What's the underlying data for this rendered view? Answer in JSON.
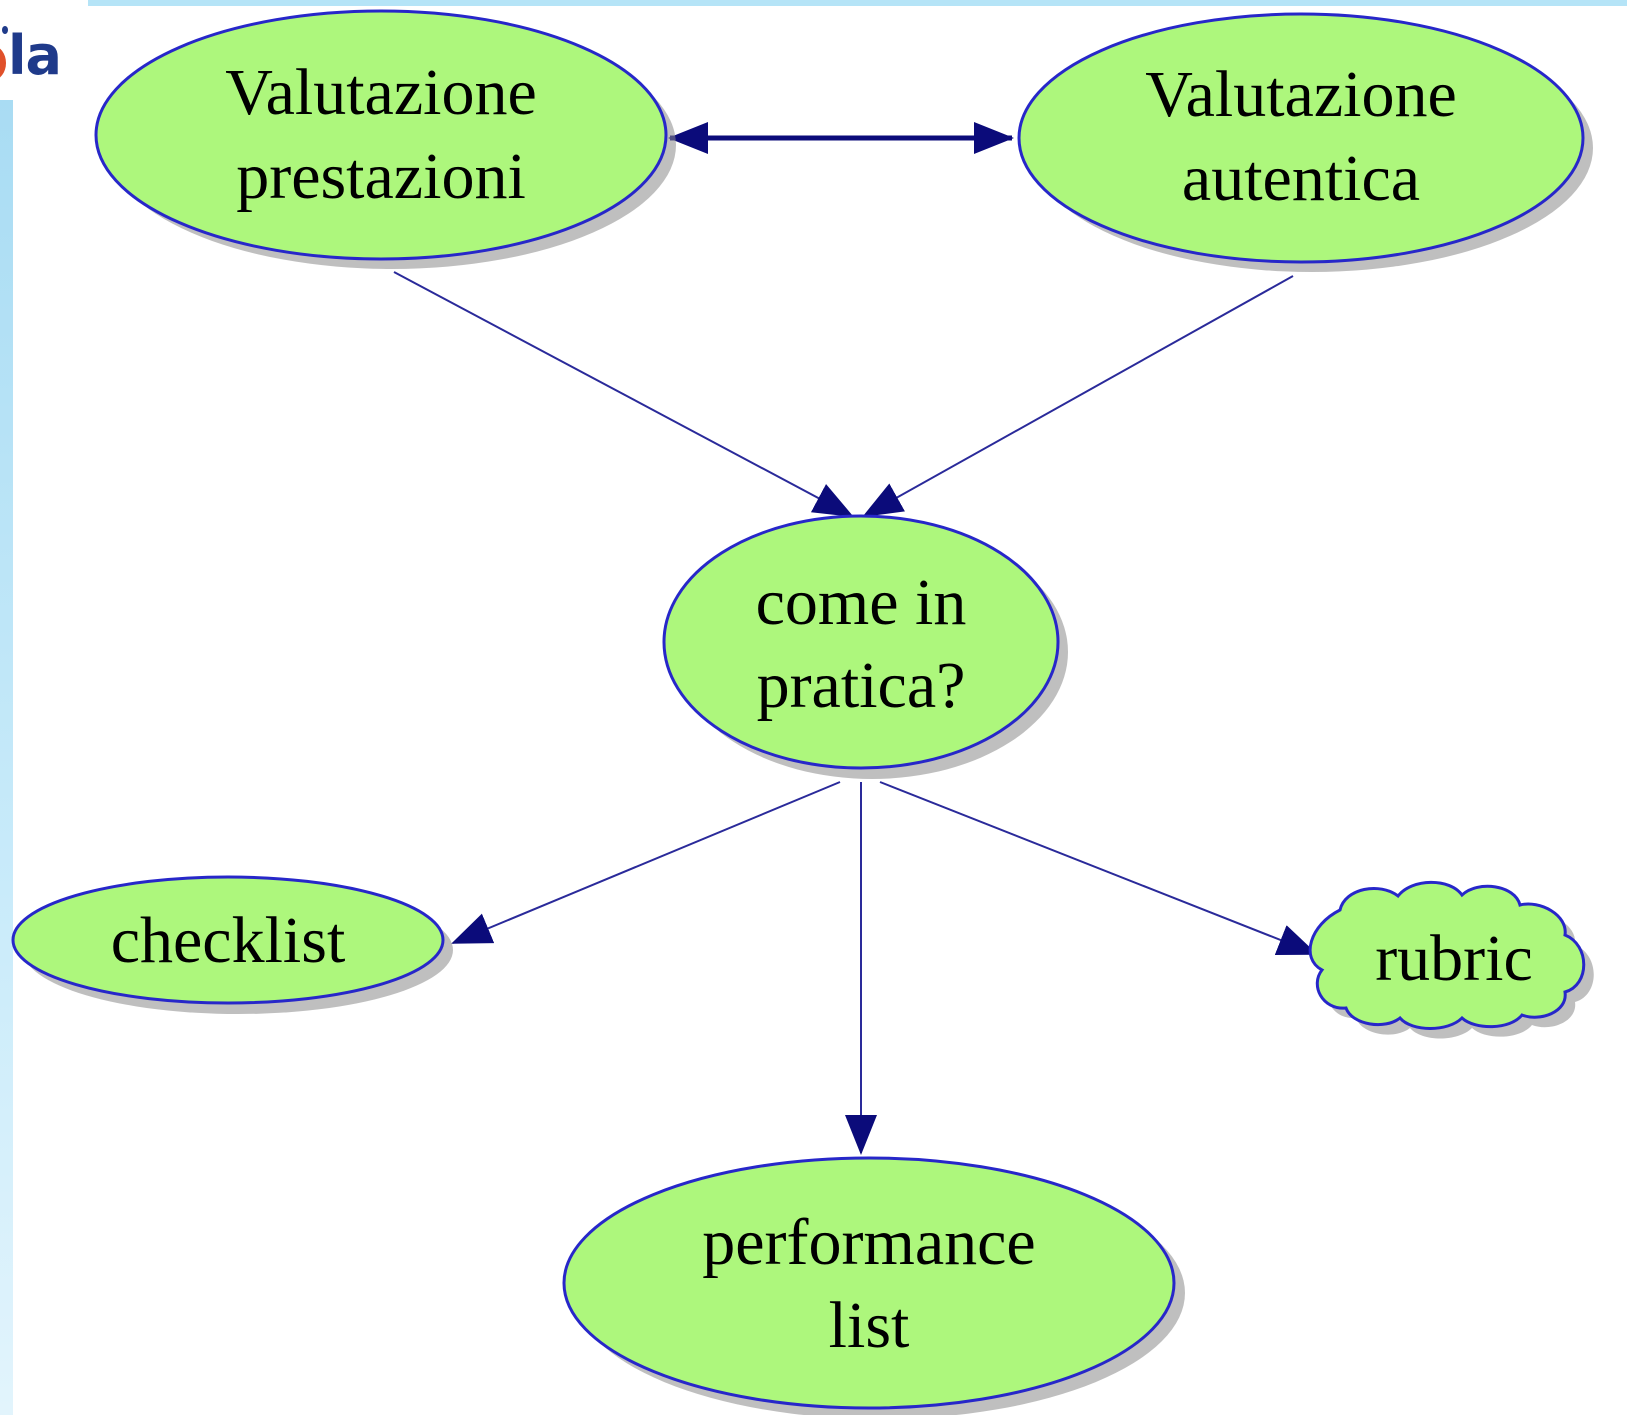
{
  "logo": {
    "text": "la"
  },
  "colors": {
    "node_fill": "#adf77c",
    "node_stroke": "#2727c9",
    "node_shadow": "#8a8a8a",
    "arrow": "#0b0b7a",
    "band": "#b5e4f7"
  },
  "nodes": {
    "valutazione_prestazioni": {
      "line1": "Valutazione",
      "line2": "prestazioni"
    },
    "valutazione_autentica": {
      "line1": "Valutazione",
      "line2": "autentica"
    },
    "come_in_pratica": {
      "line1": "come in",
      "line2": "pratica?"
    },
    "checklist": {
      "line1": "checklist"
    },
    "rubric": {
      "line1": "rubric"
    },
    "performance_list": {
      "line1": "performance",
      "line2": "list"
    }
  },
  "edges": [
    {
      "from": "valutazione_prestazioni",
      "to": "valutazione_autentica",
      "direction": "both"
    },
    {
      "from": "valutazione_prestazioni",
      "to": "come_in_pratica",
      "direction": "forward"
    },
    {
      "from": "valutazione_autentica",
      "to": "come_in_pratica",
      "direction": "forward"
    },
    {
      "from": "come_in_pratica",
      "to": "checklist",
      "direction": "forward"
    },
    {
      "from": "come_in_pratica",
      "to": "performance_list",
      "direction": "forward"
    },
    {
      "from": "come_in_pratica",
      "to": "rubric",
      "direction": "forward"
    }
  ]
}
